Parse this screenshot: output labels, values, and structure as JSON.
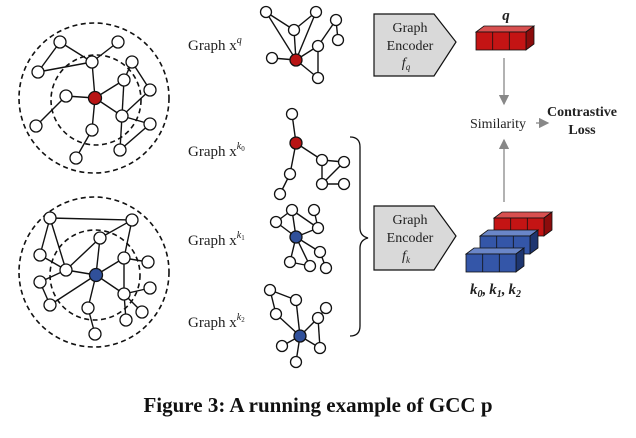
{
  "labels": {
    "graph_q": "Graph x",
    "graph_q_sup": "q",
    "graph_k0": "Graph x",
    "graph_k0_sup": "k",
    "graph_k0_sub": "0",
    "graph_k1": "Graph x",
    "graph_k1_sup": "k",
    "graph_k1_sub": "1",
    "graph_k2": "Graph x",
    "graph_k2_sup": "k",
    "graph_k2_sub": "2"
  },
  "encoder_q": {
    "line1": "Graph",
    "line2": "Encoder",
    "fn": "f",
    "fn_sub": "q"
  },
  "encoder_k": {
    "line1": "Graph",
    "line2": "Encoder",
    "fn": "f",
    "fn_sub": "k"
  },
  "embedding_q_label": "q",
  "keys_label": "k0, k1, k2",
  "keys_parts": {
    "k": "k",
    "s0": "0",
    "s1": "1",
    "s2": "2",
    "comma": ","
  },
  "similarity": "Similarity",
  "loss": {
    "line1": "Contrastive",
    "line2": "Loss"
  },
  "caption": "Figure 3: A running example of GCC p",
  "colors": {
    "query": "#b81414",
    "key": "#30509a",
    "encoder_fill": "#d9d9d9"
  }
}
